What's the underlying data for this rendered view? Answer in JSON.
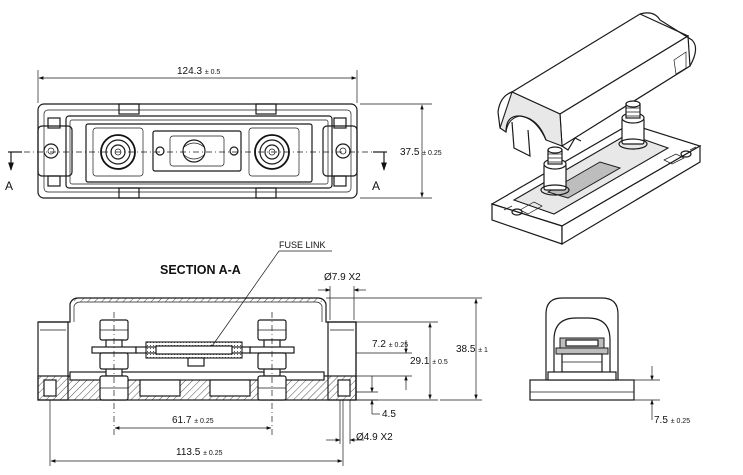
{
  "dimensions": {
    "top_length": {
      "value": "124.3",
      "tol": "± 0.5"
    },
    "top_height": {
      "value": "37.5",
      "tol": "± 0.25"
    },
    "hole_dia": {
      "value": "Ø7.9 X2"
    },
    "height_inner": {
      "value": "7.2",
      "tol": "± 0.25"
    },
    "height_mid": {
      "value": "29.1",
      "tol": "± 0.5"
    },
    "height_total": {
      "value": "38.5",
      "tol": "± 1"
    },
    "base_thick": {
      "value": "4.5"
    },
    "stud_spacing": {
      "value": "61.7",
      "tol": "± 0.25"
    },
    "mount_hole_dia": {
      "value": "Ø4.9 X2"
    },
    "base_length": {
      "value": "113.5",
      "tol": "± 0.25"
    },
    "end_height": {
      "value": "7.5",
      "tol": "± 0.25"
    }
  },
  "labels": {
    "section_marker_left": "A",
    "section_marker_right": "A",
    "section_title": "SECTION A-A",
    "fuse_link": "FUSE LINK"
  }
}
